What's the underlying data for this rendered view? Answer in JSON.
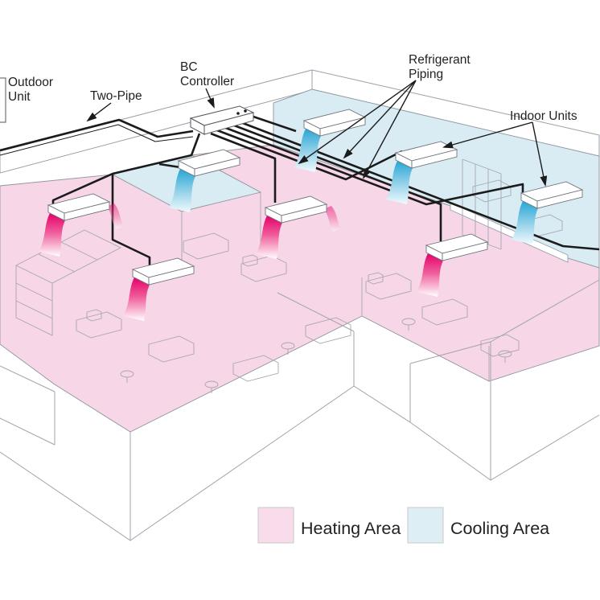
{
  "labels": {
    "outdoor_unit": {
      "line1": "Outdoor",
      "line2": "Unit"
    },
    "two_pipe": "Two-Pipe",
    "bc_controller": {
      "line1": "BC",
      "line2": "Controller"
    },
    "refrigerant_piping": {
      "line1": "Refrigerant",
      "line2": "Piping"
    },
    "indoor_units": "Indoor Units"
  },
  "legend": {
    "heating": {
      "label": "Heating Area",
      "color": "#f7d7e7"
    },
    "cooling": {
      "label": "Cooling Area",
      "color": "#d9ecf3"
    }
  },
  "colors": {
    "heating_area": "#f7d7e7",
    "cooling_area": "#d9ecf3",
    "heating_airflow": "#e6006a",
    "cooling_airflow": "#27a5d6",
    "piping": "#1b1b1b",
    "structure_outline": "#9aa0a8"
  },
  "figure": {
    "indoor_units_cooling": 4,
    "indoor_units_heating": 4,
    "bc_controller_count": 1
  }
}
